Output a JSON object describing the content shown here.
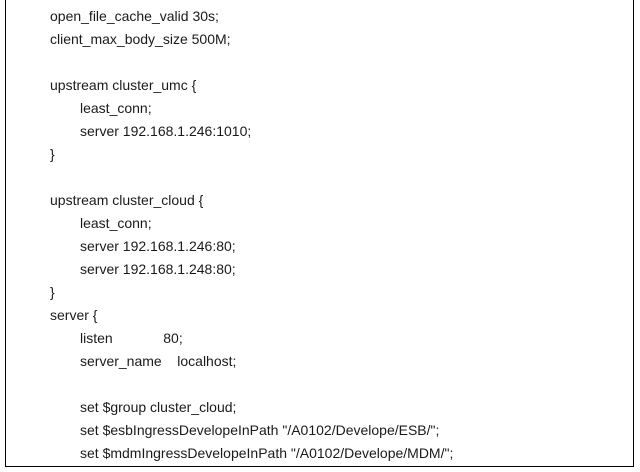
{
  "document": {
    "lines": [
      {
        "text": "open_file_cache_valid 30s;",
        "indent": 0
      },
      {
        "text": "client_max_body_size 500M;",
        "indent": 0
      },
      {
        "text": "",
        "indent": 0
      },
      {
        "text": "upstream cluster_umc {",
        "indent": 0
      },
      {
        "text": "least_conn;",
        "indent": 1
      },
      {
        "text": "server 192.168.1.246:1010;",
        "indent": 1
      },
      {
        "text": "}",
        "indent": 0
      },
      {
        "text": "",
        "indent": 0
      },
      {
        "text": "upstream cluster_cloud {",
        "indent": 0
      },
      {
        "text": "least_conn;",
        "indent": 1
      },
      {
        "text": "server 192.168.1.246:80;",
        "indent": 1
      },
      {
        "text": "server 192.168.1.248:80;",
        "indent": 1
      },
      {
        "text": "}",
        "indent": 0
      },
      {
        "text": "server {",
        "indent": 0
      },
      {
        "text": "listen             80;",
        "indent": 1
      },
      {
        "text": "server_name    localhost;",
        "indent": 1
      },
      {
        "text": "",
        "indent": 0
      },
      {
        "text": "set $group cluster_cloud;",
        "indent": 1
      },
      {
        "text": "set $esbIngressDevelopeInPath \"/A0102/Develope/ESB/\";",
        "indent": 1
      },
      {
        "text": "set $mdmIngressDevelopeInPath \"/A0102/Develope/MDM/\";",
        "indent": 1
      }
    ]
  }
}
